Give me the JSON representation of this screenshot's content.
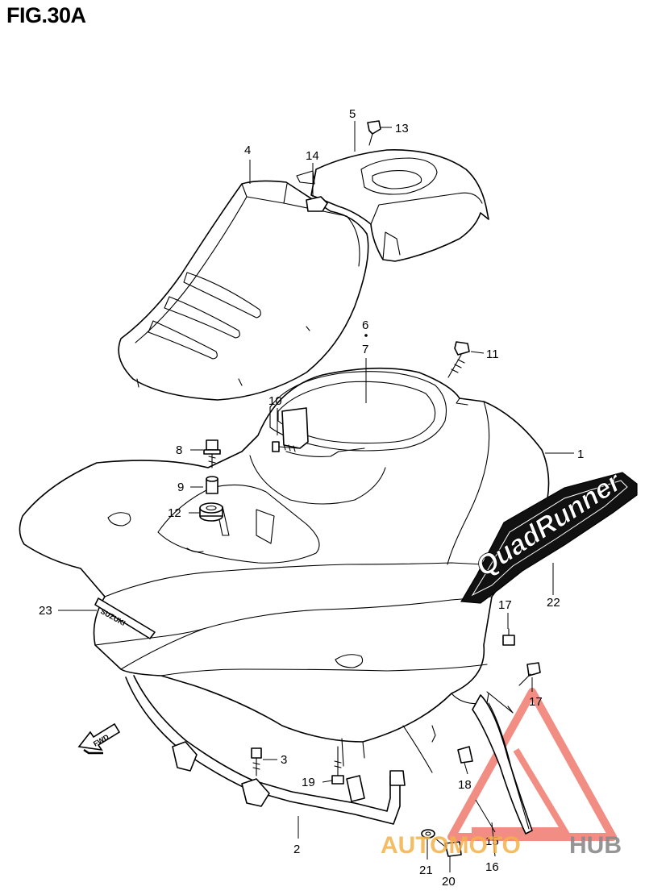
{
  "figure": {
    "title": "FIG.30A"
  },
  "callouts": [
    {
      "id": "c1",
      "label": "1"
    },
    {
      "id": "c2",
      "label": "2"
    },
    {
      "id": "c3",
      "label": "3"
    },
    {
      "id": "c4",
      "label": "4"
    },
    {
      "id": "c5",
      "label": "5"
    },
    {
      "id": "c6",
      "label": "6"
    },
    {
      "id": "c7",
      "label": "7"
    },
    {
      "id": "c8",
      "label": "8"
    },
    {
      "id": "c9",
      "label": "9"
    },
    {
      "id": "c10",
      "label": "10"
    },
    {
      "id": "c11",
      "label": "11"
    },
    {
      "id": "c12",
      "label": "12"
    },
    {
      "id": "c13",
      "label": "13"
    },
    {
      "id": "c14",
      "label": "14"
    },
    {
      "id": "c15",
      "label": "15"
    },
    {
      "id": "c16",
      "label": "16"
    },
    {
      "id": "c17a",
      "label": "17"
    },
    {
      "id": "c17b",
      "label": "17"
    },
    {
      "id": "c18",
      "label": "18"
    },
    {
      "id": "c19",
      "label": "19"
    },
    {
      "id": "c20",
      "label": "20"
    },
    {
      "id": "c21",
      "label": "21"
    },
    {
      "id": "c22",
      "label": "22"
    },
    {
      "id": "c23",
      "label": "23"
    }
  ],
  "decals": {
    "brand": "SUZUKI",
    "model": "QuadRunner"
  },
  "direction_arrow": {
    "label": "FWD"
  },
  "watermark": {
    "part1": "AUTOMOTO",
    "part2": "HUB",
    "color_primary": "#f07a6e",
    "color_secondary": "#8a8a8a"
  }
}
